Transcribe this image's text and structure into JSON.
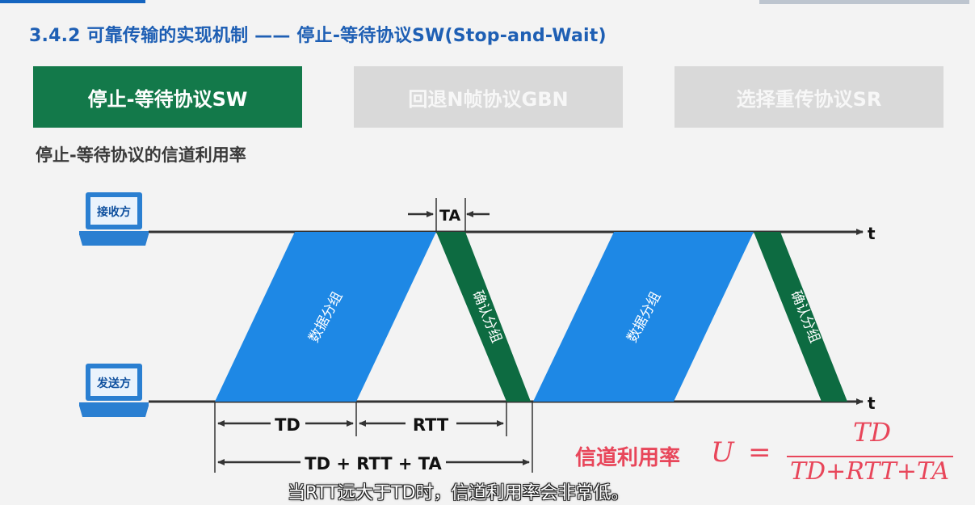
{
  "slide": {
    "title": "3.4.2 可靠传输的实现机制 —— 停止-等待协议SW(Stop-and-Wait)",
    "tabs": [
      {
        "label": "停止-等待协议SW",
        "active": true
      },
      {
        "label": "回退N帧协议GBN",
        "active": false
      },
      {
        "label": "选择重传协议SR",
        "active": false
      }
    ],
    "subtitle": "停止-等待协议的信道利用率"
  },
  "diagram": {
    "receiver_label": "接收方",
    "sender_label": "发送方",
    "time_axis_label": "t",
    "data_packet_label": "数据分组",
    "ack_packet_label": "确认分组",
    "ta_label": "TA",
    "td_label": "TD",
    "rtt_label": "RTT",
    "cycle_label": "TD + RTT + TA",
    "colors": {
      "data": "#1e88e5",
      "ack": "#0d6b41",
      "computer": "#2a7fd1"
    }
  },
  "formula": {
    "label": "信道利用率",
    "variable": "U",
    "equals": "=",
    "numerator": "TD",
    "denominator": "TD+RTT+TA"
  },
  "caption": "当RTT远大于TD时，信道利用率会非常低。"
}
